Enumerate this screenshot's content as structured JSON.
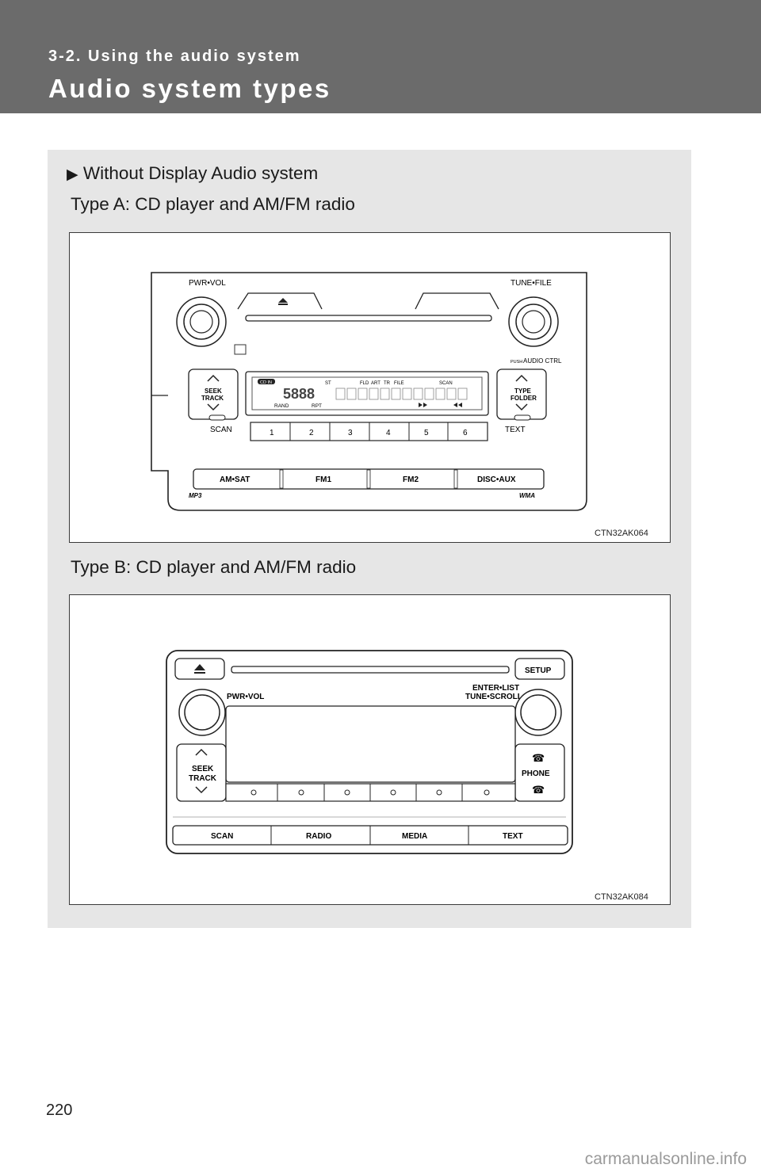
{
  "header": {
    "section": "3-2. Using the audio system",
    "title": "Audio system types"
  },
  "panel": {
    "intro_marker": "▶",
    "intro": "Without Display Audio system",
    "type_a_caption": "Type A: CD player and AM/FM radio",
    "type_b_caption": "Type B: CD player and AM/FM radio"
  },
  "figure_a": {
    "code": "CTN32AK064",
    "pwr_vol": "PWR•VOL",
    "tune_file": "TUNE•FILE",
    "push": "PUSH",
    "audio_ctrl": "AUDIO CTRL",
    "seek": "SEEK",
    "track": "TRACK",
    "type": "TYPE",
    "folder": "FOLDER",
    "display_labels": {
      "cd_in": "CD IN",
      "st": "ST",
      "fld": "FLD",
      "art": "ART",
      "tr": "TR",
      "file": "FILE",
      "scan": "SCAN",
      "rand": "RAND",
      "rpt": "RPT"
    },
    "scan": "SCAN",
    "text": "TEXT",
    "presets": [
      "1",
      "2",
      "3",
      "4",
      "5",
      "6"
    ],
    "bands": [
      "AM•SAT",
      "FM1",
      "FM2",
      "DISC•AUX"
    ],
    "mp3": "MP3",
    "wma": "WMA"
  },
  "figure_b": {
    "code": "CTN32AK084",
    "setup": "SETUP",
    "pwr_vol": "PWR•VOL",
    "enter_list": "ENTER•LIST",
    "tune_scroll": "TUNE•SCROLL",
    "seek": "SEEK",
    "track": "TRACK",
    "phone": "PHONE",
    "bottom_buttons": [
      "SCAN",
      "RADIO",
      "MEDIA",
      "TEXT"
    ]
  },
  "page_number": "220",
  "footer": "carmanualsonline.info"
}
